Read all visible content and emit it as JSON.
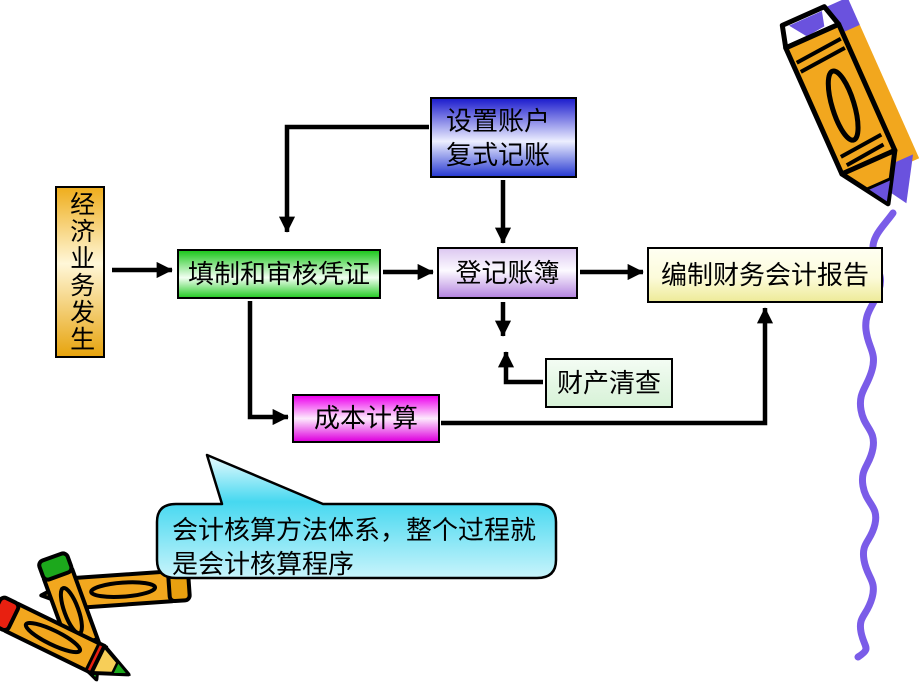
{
  "flowchart": {
    "nodes": {
      "economic_event": {
        "label": "经济业务发生"
      },
      "setup_accounts": {
        "line1": "设置账户",
        "line2": "复式记账"
      },
      "fill_audit_vouchers": {
        "label": "填制和审核凭证"
      },
      "register_ledgers": {
        "label": "登记账簿"
      },
      "prepare_reports": {
        "label": "编制财务会计报告"
      },
      "property_inventory": {
        "label": "财产清查"
      },
      "cost_calculation": {
        "label": "成本计算"
      }
    },
    "callout": {
      "text": "会计核算方法体系，整个过程就是会计核算程序"
    }
  },
  "colors": {
    "economic_event_fill": "#F0B428",
    "setup_accounts_fill": "#2222CC",
    "fill_audit_vouchers_fill": "#22CC22",
    "register_ledgers_fill": "#BB88E0",
    "prepare_reports_fill": "#FFFFCC",
    "property_inventory_fill": "#DFF5DF",
    "cost_calculation_fill": "#EE00EE",
    "callout_fill": "#44D6EE",
    "arrow_color": "#000000",
    "wavy_line_color": "#7A5CE8",
    "crayon_body_color": "#F2A71E",
    "crayon_accent_color": "#6A52DE"
  },
  "decorations": {
    "top_right": "crayon-icon",
    "bottom_left": "pencils-icon",
    "right_edge": "wavy-line"
  }
}
